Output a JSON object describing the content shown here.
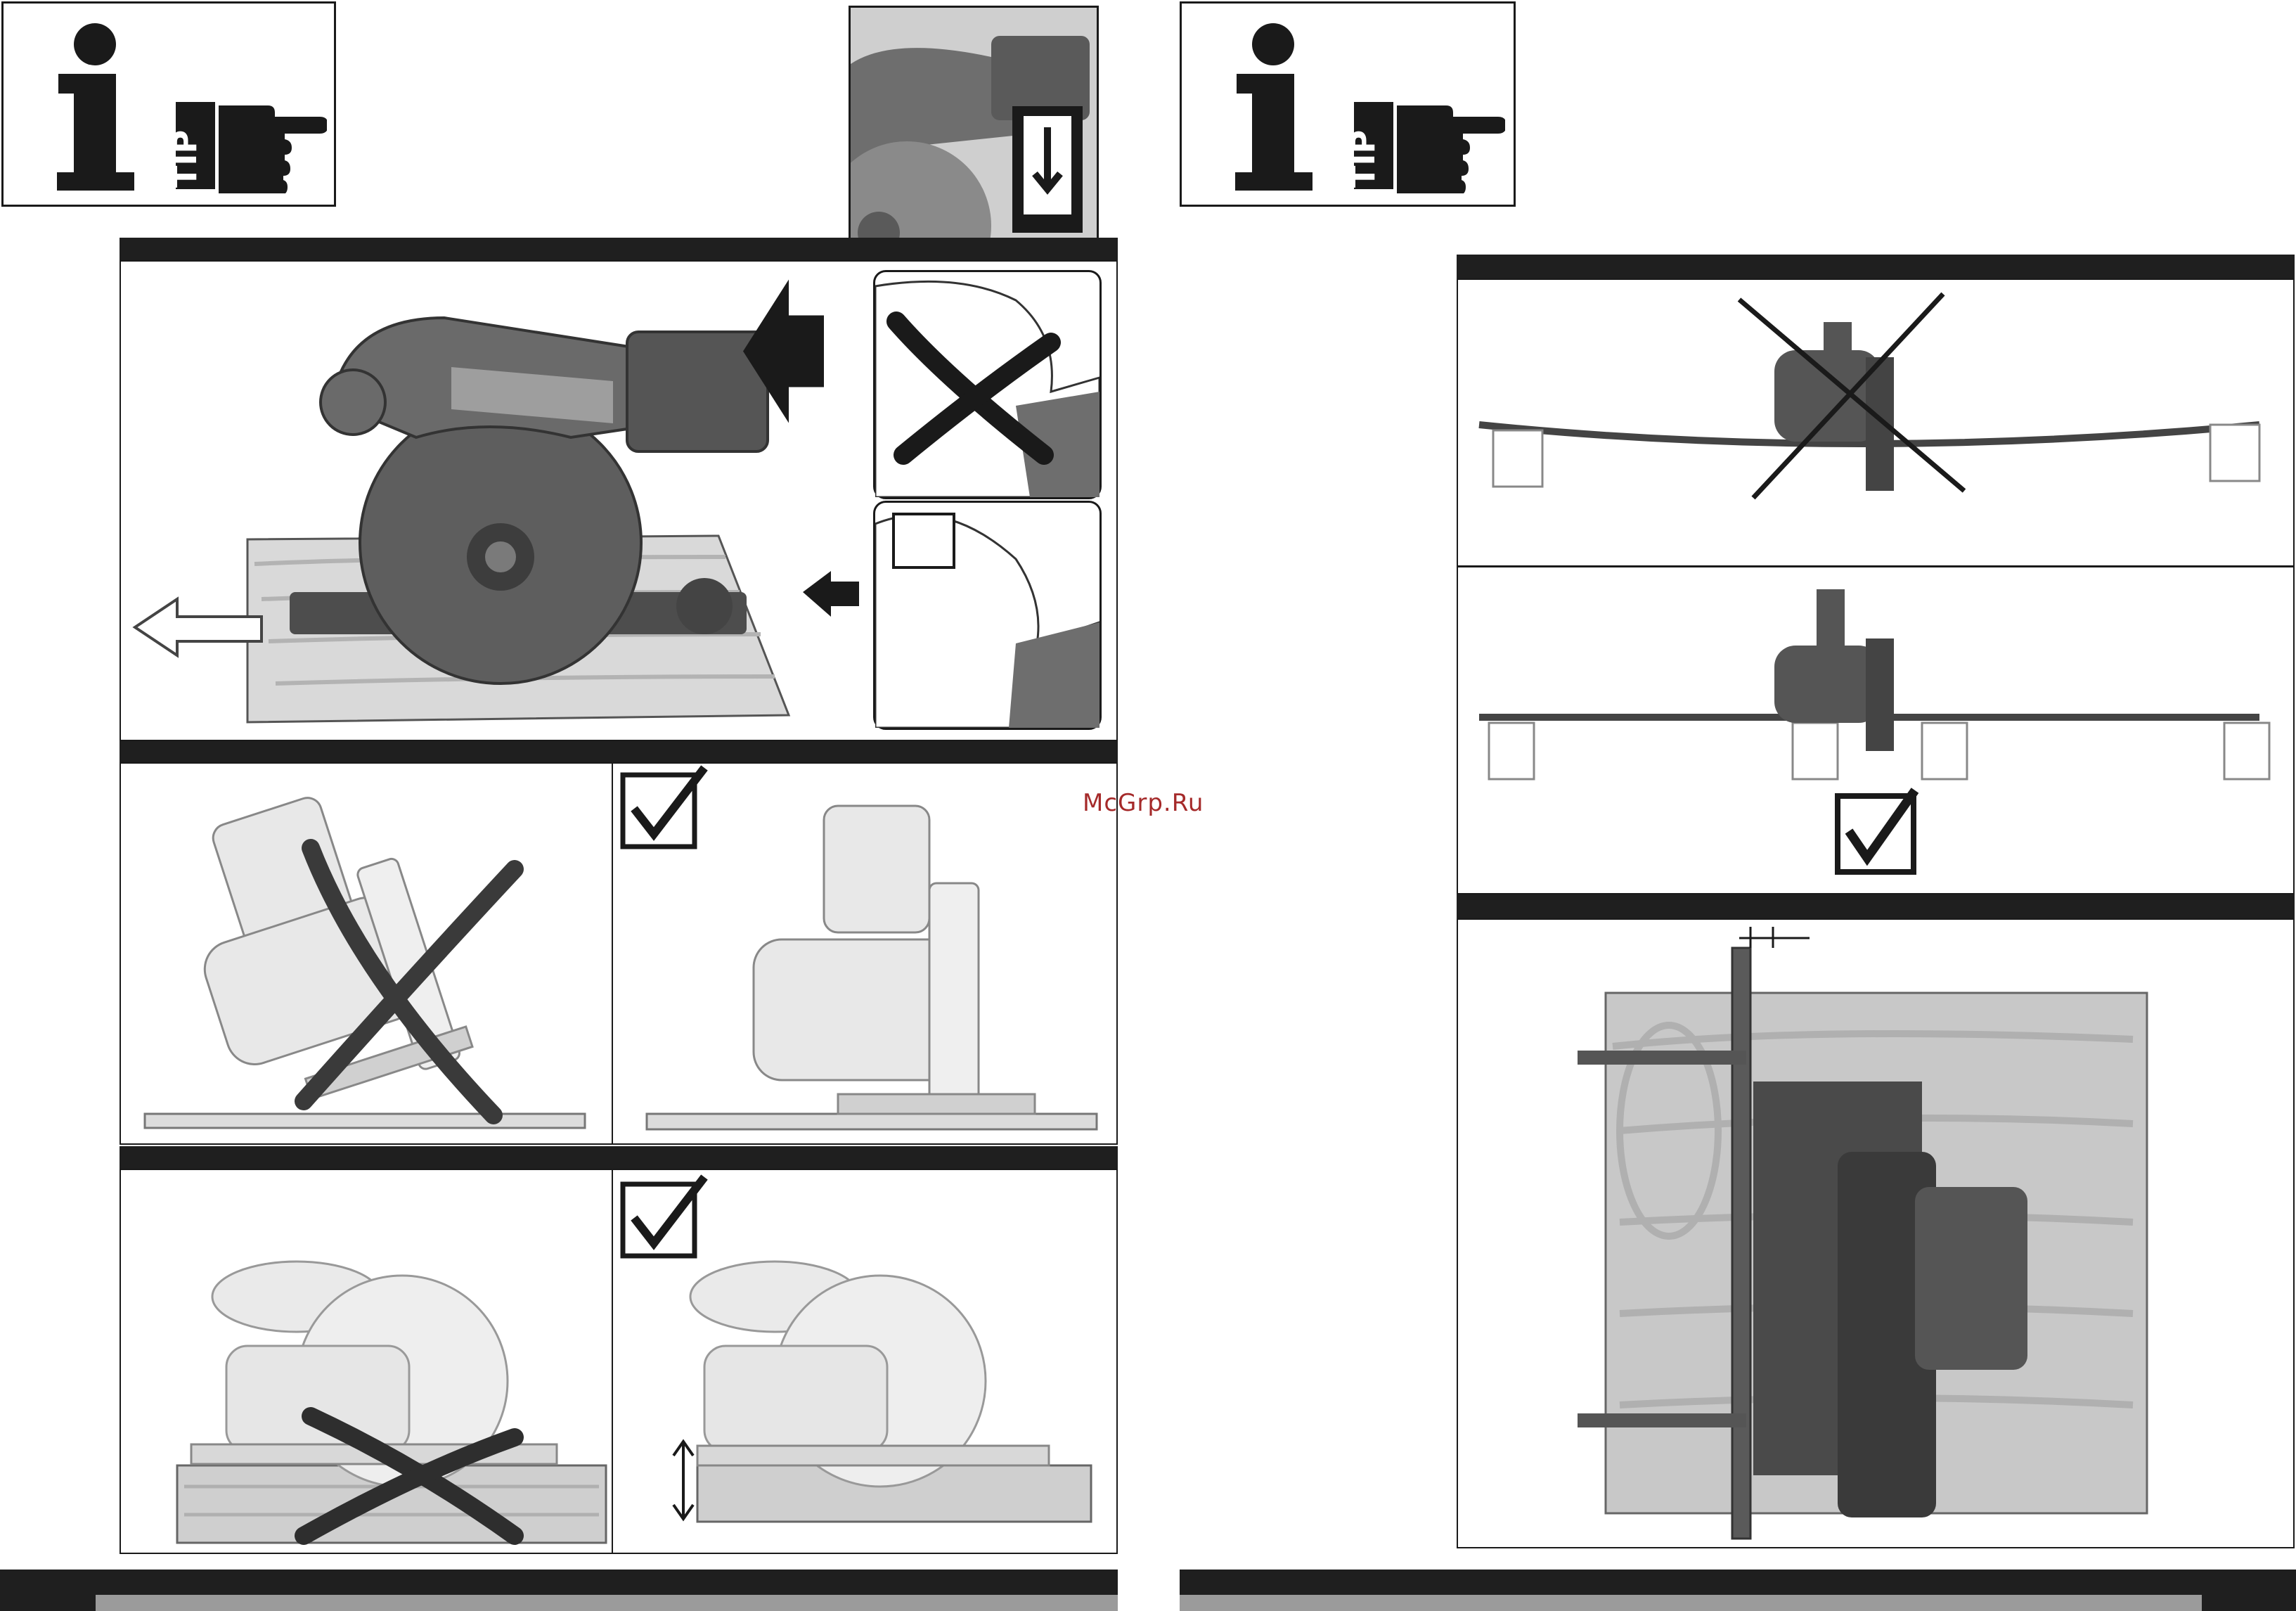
{
  "watermark": "McGrp.Ru",
  "tip_badge": {
    "label": "TIP",
    "icons": [
      "info-icon",
      "pointing-hand-icon"
    ]
  },
  "colors": {
    "bar": "#1f1f1f",
    "wood": "#d6d6d6",
    "tool": "#555555",
    "tool_light": "#e6e6e6",
    "footer_strip": "#9b9b9b"
  },
  "left_page": {
    "figures": [
      {
        "name": "saw-blade-direction",
        "marks": [
          "arrow-icon",
          "cross-icon",
          "check-box"
        ]
      },
      {
        "name": "saw-tilt",
        "marks": [
          "cross-icon",
          "check-mark-icon"
        ]
      },
      {
        "name": "cut-depth",
        "marks": [
          "cross-icon",
          "check-mark-icon"
        ]
      }
    ]
  },
  "right_page": {
    "figures": [
      {
        "name": "workpiece-support",
        "marks": [
          "cross-icon",
          "check-mark-icon"
        ]
      },
      {
        "name": "guide-rail-clamp",
        "marks": [
          "dimension-icon"
        ]
      }
    ]
  }
}
